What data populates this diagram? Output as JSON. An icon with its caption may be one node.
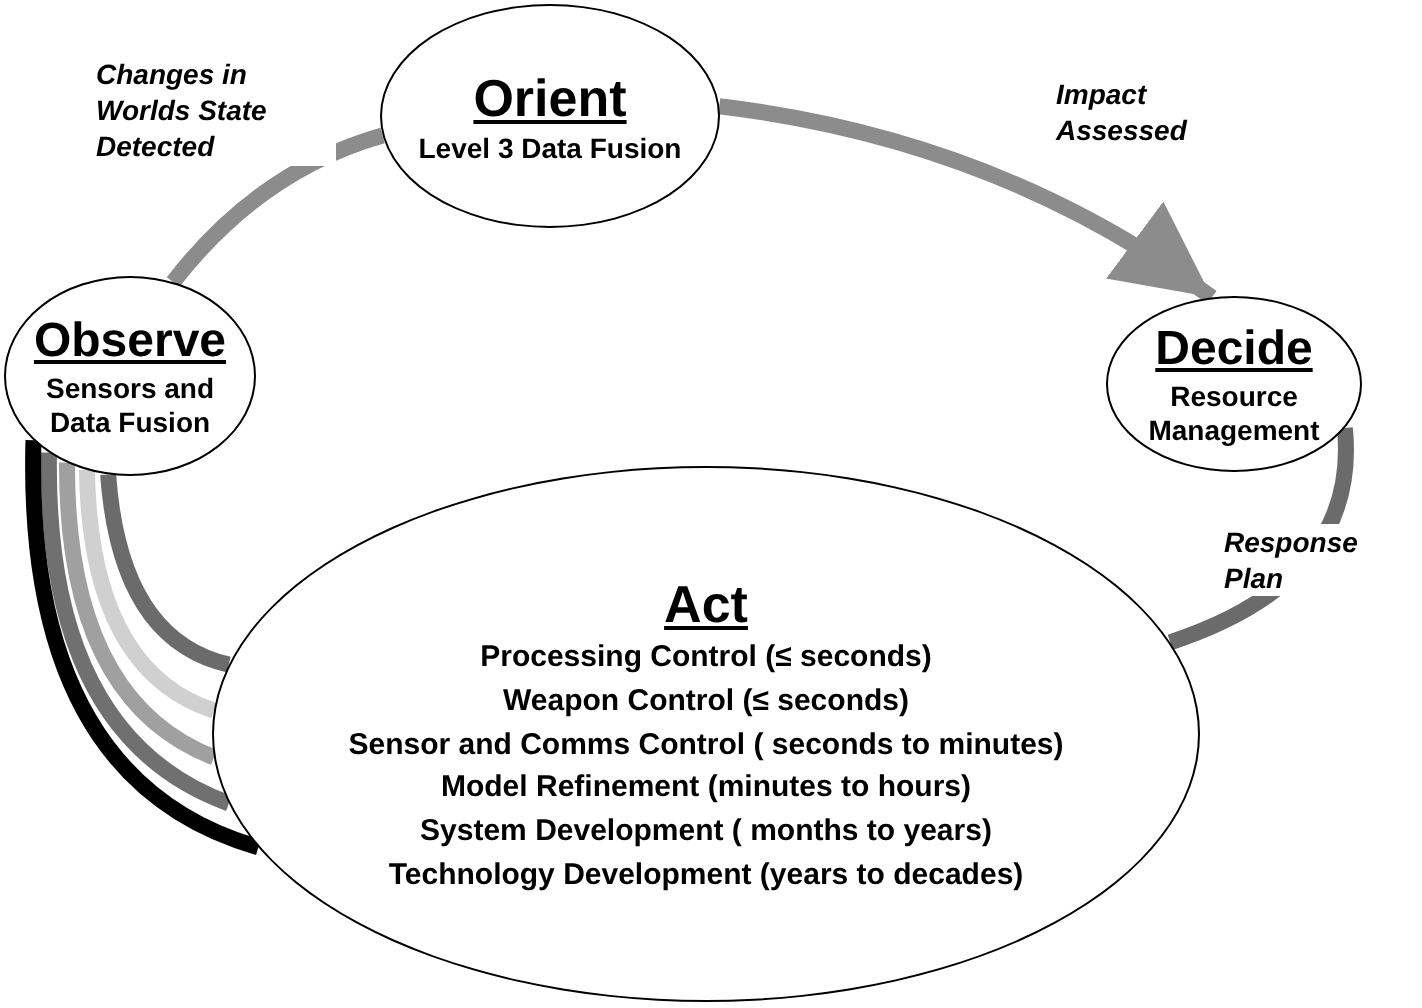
{
  "diagram": {
    "nodes": [
      {
        "text": [
          "Orient",
          "Level 3 Data Fusion"
        ]
      },
      {
        "text": [
          "Observe",
          "Sensors and Data Fusion"
        ]
      },
      {
        "text": [
          "Decide",
          "Resource Management"
        ]
      },
      {
        "text": [
          "Act",
          "Processing Control (≤ seconds)",
          "Weapon Control (≤ seconds)",
          "Sensor and Comms Control ( seconds to minutes)",
          "Model Refinement (minutes to hours)",
          "System Development ( months to years)",
          "Technology Development (years to decades)"
        ]
      }
    ],
    "edges": [
      {
        "from": 1,
        "to": 0,
        "arrow": "none",
        "label": "Changes in Worlds State Detected"
      },
      {
        "from": 0,
        "to": 2,
        "arrow": "to",
        "label": "Impact Assessed"
      },
      {
        "from": 2,
        "to": 3,
        "arrow": "none",
        "label": "Response Plan",
        "color": "#6b6b6b"
      },
      {
        "from": 3,
        "to": 1,
        "arrow": "none",
        "color": "#6b6b6b"
      },
      {
        "from": 3,
        "to": 1,
        "arrow": "none",
        "color": "#d0d0d0"
      },
      {
        "from": 3,
        "to": 1,
        "arrow": "none",
        "color": "#a0a0a0"
      },
      {
        "from": 3,
        "to": 1,
        "arrow": "none",
        "color": "#707070"
      },
      {
        "from": 3,
        "to": 1,
        "arrow": "none",
        "color": "#000000"
      }
    ]
  }
}
